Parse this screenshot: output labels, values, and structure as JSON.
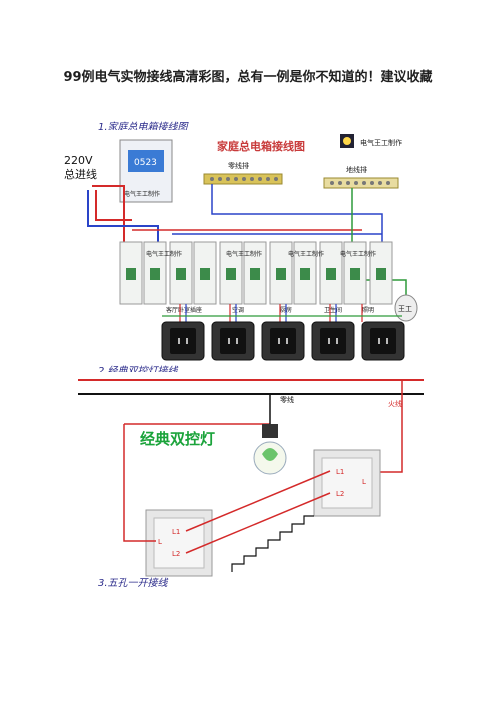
{
  "document": {
    "title": "99例电气实物接线高清彩图，总有一例是你不知道的！建议收藏",
    "sections": [
      {
        "label": "1.家庭总电箱接线图"
      },
      {
        "label": "2.经典双控灯接线"
      },
      {
        "label": "3.五孔一开接线"
      }
    ]
  },
  "figure1": {
    "heading": "家庭总电箱接线图",
    "brand": "电气王工制作",
    "incoming": "220V\n总进线",
    "meter_label": "电气王工制作",
    "meter_reading": "0523",
    "neutral_bar": "零线排",
    "ground_bar": "地线排",
    "breaker_labels": [
      "电气王工制作",
      "电气王工制作",
      "电气王工制作",
      "电气王工制作"
    ],
    "circuit_labels": [
      "客厅卧室插座",
      "空调",
      "厨房",
      "卫生间",
      "照明"
    ],
    "worker_label": "王工",
    "colors": {
      "live": "#d42a2a",
      "neutral": "#2a44c8",
      "ground": "#2e9a3a",
      "heading": "#c83a3a"
    }
  },
  "figure2": {
    "heading": "经典双控灯",
    "neutral_label": "零线",
    "live_label": "火线",
    "switch_a": {
      "l1": "L1",
      "l": "L",
      "l2": "L2"
    },
    "switch_b": {
      "l1": "L1",
      "l": "L",
      "l2": "L2"
    },
    "colors": {
      "live": "#d42a2a",
      "neutral": "#111111",
      "heading": "#1aa33a"
    }
  }
}
